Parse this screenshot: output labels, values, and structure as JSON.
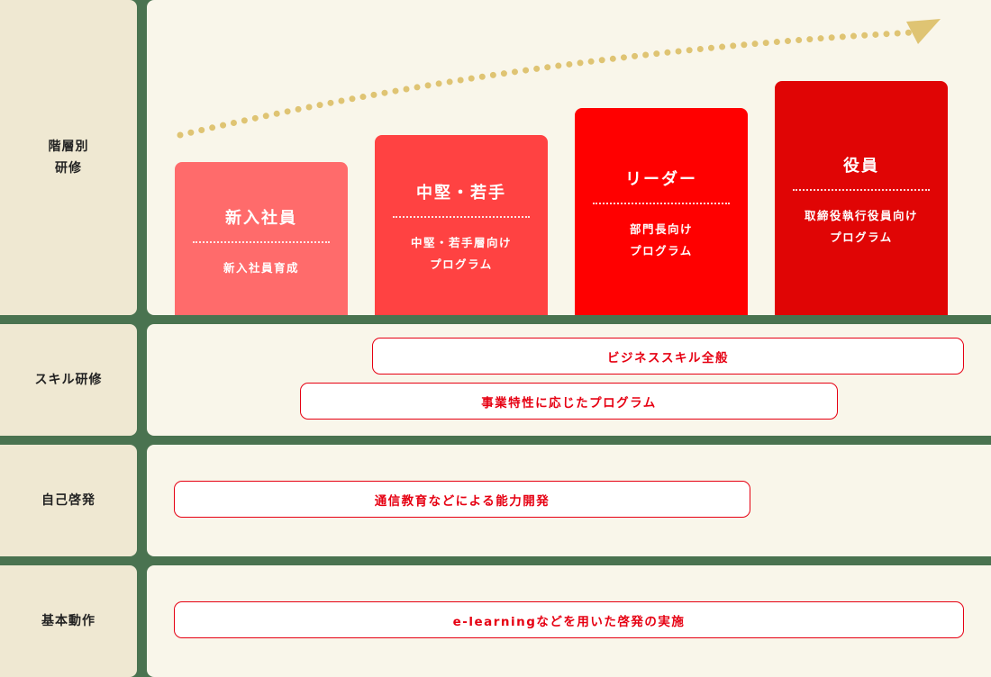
{
  "rows": [
    {
      "label": "階層別\n研修"
    },
    {
      "label": "スキル研修"
    },
    {
      "label": "自己啓発"
    },
    {
      "label": "基本動作"
    }
  ],
  "hierarchy": {
    "arrow_color": "#dfc473",
    "levels": [
      {
        "title": "新入社員",
        "desc": "新入社員育成",
        "color": "#ff6b6b"
      },
      {
        "title": "中堅・若手",
        "desc": "中堅・若手層向け\nプログラム",
        "color": "#ff4242"
      },
      {
        "title": "リーダー",
        "desc": "部門長向け\nプログラム",
        "color": "#ff0000"
      },
      {
        "title": "役員",
        "desc": "取締役執行役員向け\nプログラム",
        "color": "#e00505"
      }
    ]
  },
  "skill": {
    "items": [
      {
        "label": "ビジネススキル全般"
      },
      {
        "label": "事業特性に応じたプログラム"
      }
    ]
  },
  "self_dev": {
    "items": [
      {
        "label": "通信教育などによる能力開発"
      }
    ]
  },
  "basic": {
    "items": [
      {
        "label": "e-learningなどを用いた啓発の実施"
      }
    ]
  },
  "colors": {
    "background": "#4a7350",
    "label_bg": "#efe8d2",
    "panel_bg": "#f9f6ea",
    "accent": "#e60012"
  }
}
